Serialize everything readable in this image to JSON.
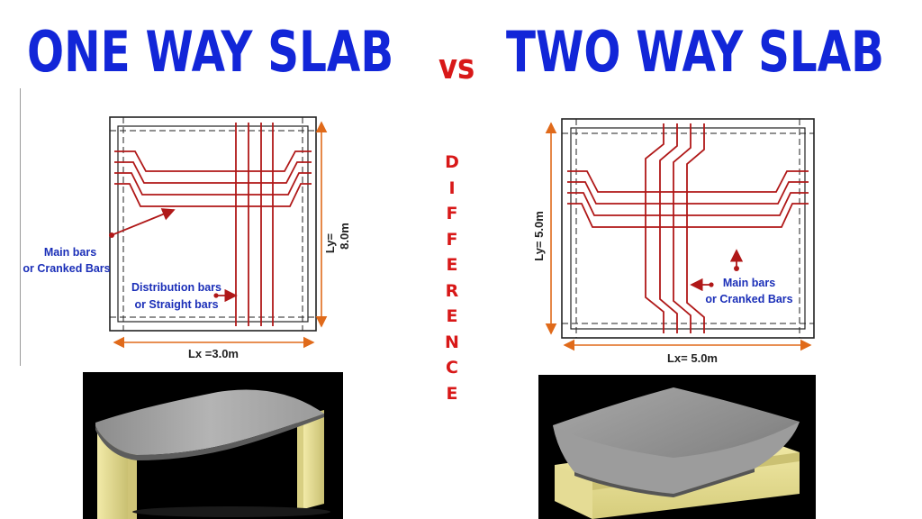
{
  "title_left": "ONE WAY SLAB",
  "title_vs": "vs",
  "title_right": "TWO WAY SLAB",
  "middle_text": [
    "D",
    "I",
    "F",
    "F",
    "E",
    "R",
    "E",
    "N",
    "C",
    "E"
  ],
  "one_way": {
    "main_bars_label": [
      "Main bars",
      "or Cranked Bars"
    ],
    "distribution_label": [
      "Distribution bars",
      "or Straight bars"
    ],
    "ly_label": "Ly=",
    "ly_value": "8.0m",
    "lx_label": "Lx =3.0m"
  },
  "two_way": {
    "main_bars_label": [
      "Main bars",
      "or Cranked Bars"
    ],
    "ly_label": "Ly= 5.0m",
    "lx_label": "Lx= 5.0m"
  },
  "colors": {
    "title_blue": "#1226d8",
    "accent_red": "#d81818",
    "bar_red": "#b01818",
    "label_blue": "#1b2fb8",
    "arrow_orange": "#e06a1a",
    "slab_grey": "#9c9c9c",
    "support_yellow": "#ece39a"
  }
}
